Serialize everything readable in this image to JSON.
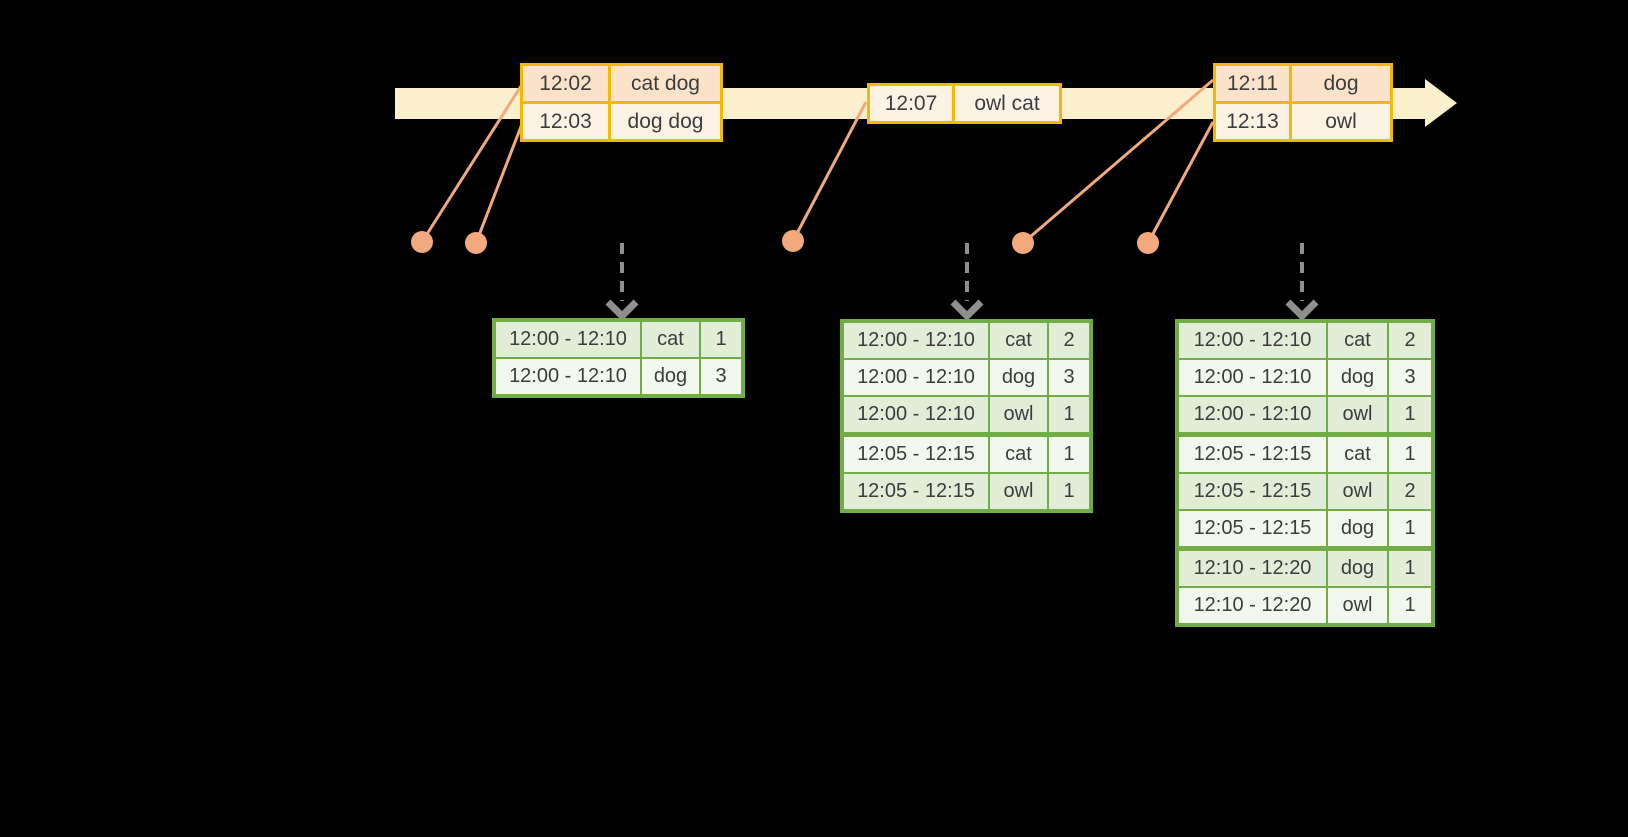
{
  "diagram": {
    "description": "Timeline of input events flowing into windowed count result tables",
    "colors": {
      "background": "#000000",
      "timeline_fill": "#fbf0ce",
      "event_table_border": "#f3b800",
      "event_row_dark": "#fbe3ca",
      "event_row_light": "#fdf3e5",
      "connector_orange": "#f2a97e",
      "result_table_border": "#70ad47",
      "result_row_dark": "#e2edd8",
      "result_row_light": "#f3f8ee",
      "trigger_arrow_gray": "#8f8f8f",
      "text": "#3d3d3d"
    },
    "event_tables": [
      {
        "rows": [
          [
            "12:02",
            "cat dog"
          ],
          [
            "12:03",
            "dog dog"
          ]
        ]
      },
      {
        "rows": [
          [
            "12:07",
            "owl cat"
          ]
        ],
        "row_shades": [
          "light"
        ]
      },
      {
        "rows": [
          [
            "12:11",
            "dog"
          ],
          [
            "12:13",
            "owl"
          ]
        ]
      }
    ],
    "result_tables": [
      {
        "rows": [
          [
            "12:00 - 12:10",
            "cat",
            "1"
          ],
          [
            "12:00 - 12:10",
            "dog",
            "3"
          ]
        ],
        "group_breaks": []
      },
      {
        "rows": [
          [
            "12:00 - 12:10",
            "cat",
            "2"
          ],
          [
            "12:00 - 12:10",
            "dog",
            "3"
          ],
          [
            "12:00 - 12:10",
            "owl",
            "1"
          ],
          [
            "12:05 - 12:15",
            "cat",
            "1"
          ],
          [
            "12:05 - 12:15",
            "owl",
            "1"
          ]
        ],
        "group_breaks": [
          3
        ]
      },
      {
        "rows": [
          [
            "12:00 - 12:10",
            "cat",
            "2"
          ],
          [
            "12:00 - 12:10",
            "dog",
            "3"
          ],
          [
            "12:00 - 12:10",
            "owl",
            "1"
          ],
          [
            "12:05 - 12:15",
            "cat",
            "1"
          ],
          [
            "12:05 - 12:15",
            "owl",
            "2"
          ],
          [
            "12:05 - 12:15",
            "dog",
            "1"
          ],
          [
            "12:10 - 12:20",
            "dog",
            "1"
          ],
          [
            "12:10 - 12:20",
            "owl",
            "1"
          ]
        ],
        "group_breaks": [
          3,
          6
        ]
      }
    ]
  }
}
